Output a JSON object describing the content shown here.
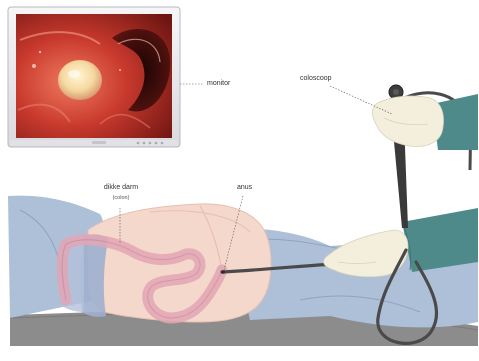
{
  "labels": {
    "monitor": "monitor",
    "colonoscope": "coloscoop",
    "large_intestine": "dikke darm",
    "large_intestine_sub": "(colon)",
    "anus": "anus"
  },
  "colors": {
    "sheet_blue": "#aebfd8",
    "sheet_shadow": "#8fa3c2",
    "skin": "#f4d8cc",
    "skin_shadow": "#e8bfb0",
    "colon_pink": "#e3a6b4",
    "glove": "#f3efdc",
    "sleeve_teal": "#4f8a8b",
    "scope_dark": "#4a4a4a",
    "table_gray": "#8c8c8c",
    "monitor_frame": "#e9e9ec",
    "screen_red": "#b8352b"
  }
}
